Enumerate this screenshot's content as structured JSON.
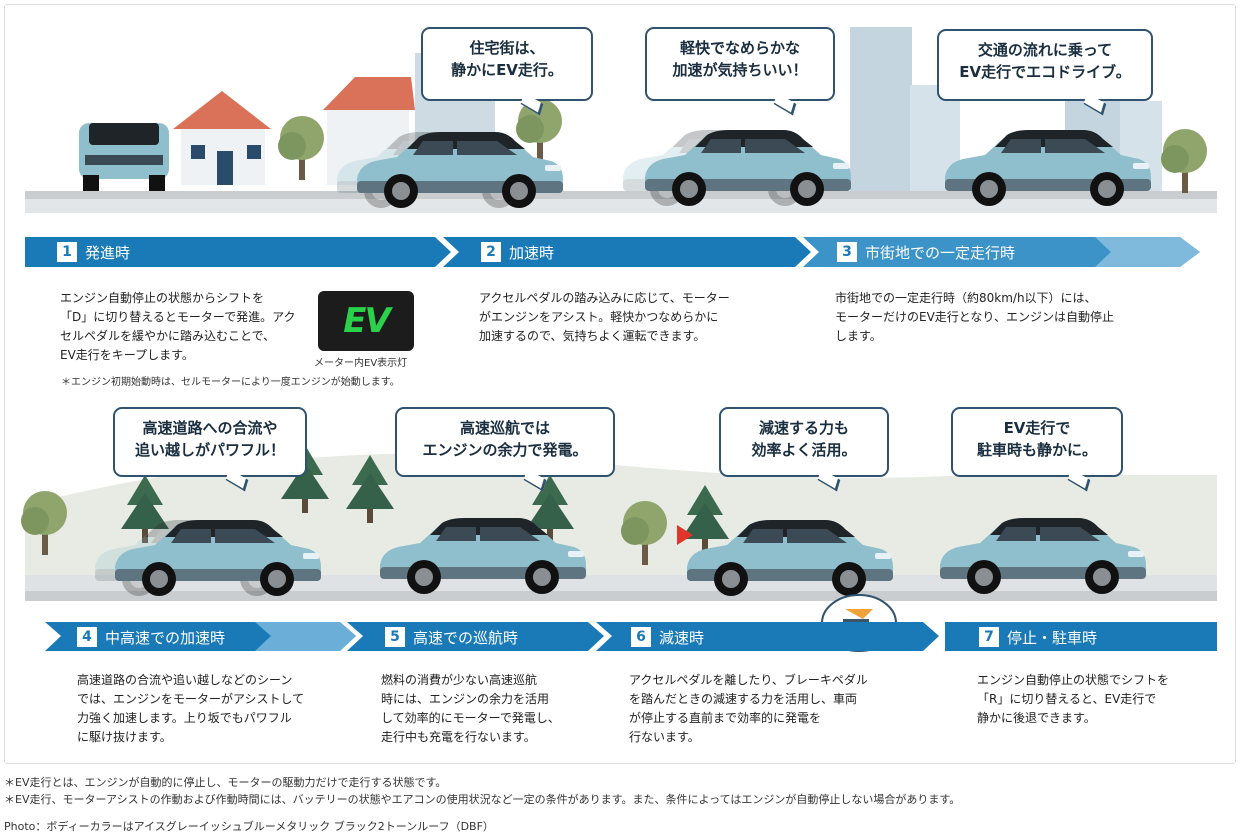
{
  "colors": {
    "accent": "#1a7ab8",
    "bubble_border": "#2f5370",
    "ev_green": "#2bd14a"
  },
  "bubbles": [
    {
      "lines": [
        "住宅街は、",
        "静かにEV走行。"
      ]
    },
    {
      "lines": [
        "軽快でなめらかな",
        "加速が気持ちいい！"
      ]
    },
    {
      "lines": [
        "交通の流れに乗って",
        "EV走行でエコドライブ。"
      ]
    },
    {
      "lines": [
        "高速道路への合流や",
        "追い越しがパワフル！"
      ]
    },
    {
      "lines": [
        "高速巡航では",
        "エンジンの余力で発電。"
      ]
    },
    {
      "lines": [
        "減速する力も",
        "効率よく活用。"
      ]
    },
    {
      "lines": [
        "EV走行で",
        "駐車時も静かに。"
      ]
    }
  ],
  "steps": [
    {
      "num": "1",
      "label": "発進時"
    },
    {
      "num": "2",
      "label": "加速時"
    },
    {
      "num": "3",
      "label": "市街地での一定走行時"
    },
    {
      "num": "4",
      "label": "中高速での加速時"
    },
    {
      "num": "5",
      "label": "高速での巡航時"
    },
    {
      "num": "6",
      "label": "減速時"
    },
    {
      "num": "7",
      "label": "停止・駐車時"
    }
  ],
  "descriptions": [
    {
      "lines": [
        "エンジン自動停止の状態からシフトを",
        "「D」に切り替えるとモーターで発進。アク",
        "セルペダルを緩やかに踏み込むことで、",
        "EV走行をキープします。"
      ]
    },
    {
      "lines": [
        "アクセルペダルの踏み込みに応じて、モーター",
        "がエンジンをアシスト。軽快かつなめらかに",
        "加速するので、気持ちよく運転できます。"
      ]
    },
    {
      "lines": [
        "市街地での一定走行時（約80km/h以下）には、",
        "モーターだけのEV走行となり、エンジンは自動停止",
        "します。"
      ]
    },
    {
      "lines": [
        "高速道路の合流や追い越しなどのシーン",
        "では、エンジンをモーターがアシストして",
        "力強く加速します。上り坂でもパワフル",
        "に駆け抜けます。"
      ]
    },
    {
      "lines": [
        "燃料の消費が少ない高速巡航",
        "時には、エンジンの余力を活用",
        "して効率的にモーターで発電し、",
        "走行中も充電を行ないます。"
      ]
    },
    {
      "lines": [
        "アクセルペダルを離したり、ブレーキペダル",
        "を踏んだときの減速する力を活用し、車両",
        "が停止する直前まで効率的に発電を",
        "行ないます。"
      ]
    },
    {
      "lines": [
        "エンジン自動停止の状態でシフトを",
        "「R」に切り替えると、EV走行で",
        "静かに後退できます。"
      ]
    }
  ],
  "ev_indicator": {
    "text": "EV",
    "caption": "メーター内EV表示灯"
  },
  "engine_note": "＊エンジン初期始動時は、セルモーターにより一度エンジンが始動します。",
  "footer": {
    "note1": "＊EV走行とは、エンジンが自動的に停止し、モーターの駆動力だけで走行する状態です。",
    "note2": "＊EV走行、モーターアシストの作動および作動時間には、バッテリーの状態やエアコンの使用状況など一定の条件があります。また、条件によってはエンジンが自動停止しない場合があります。",
    "photo": "Photo：ボディーカラーはアイスグレーイッシュブルーメタリック ブラック2トーンルーフ（DBF）"
  }
}
